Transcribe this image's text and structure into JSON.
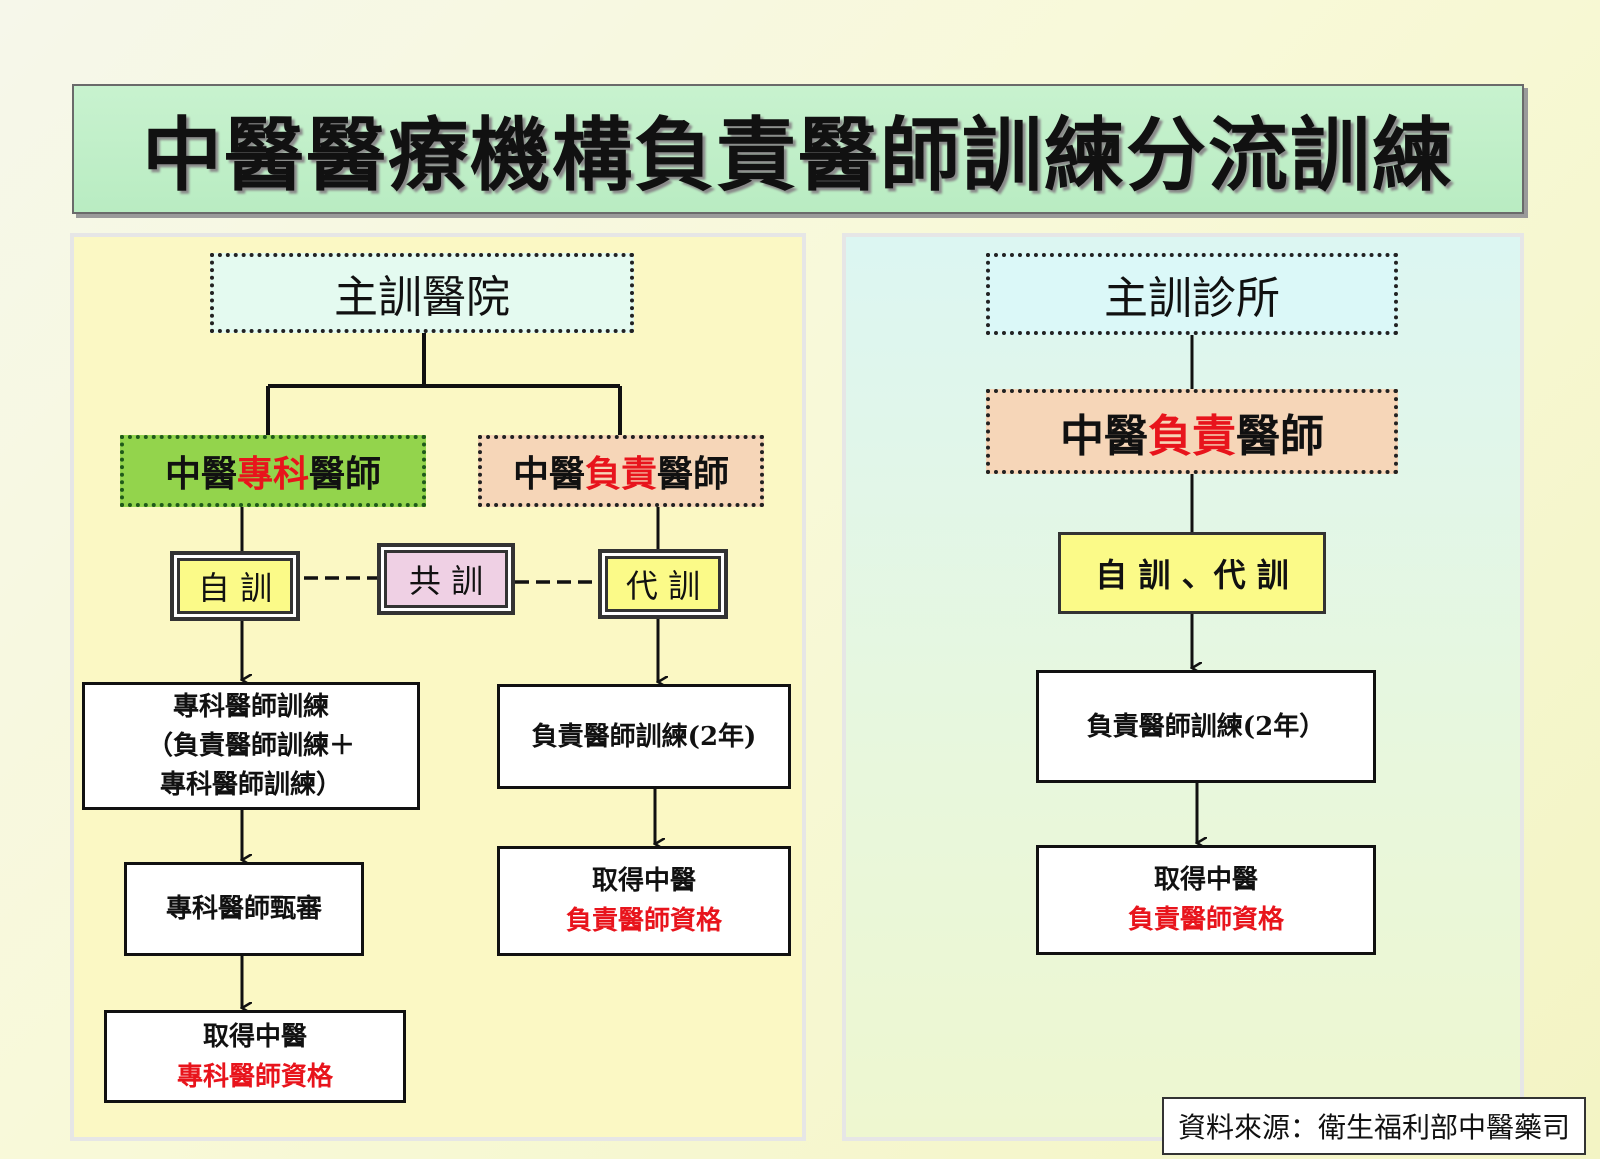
{
  "title": "中醫醫療機構負責醫師訓練分流訓練",
  "left": {
    "top_node": "主訓醫院",
    "specialist": {
      "pre": "中醫",
      "hl": "專科",
      "post": "醫師"
    },
    "responsible": {
      "pre": "中醫",
      "hl": "負責",
      "post": "醫師"
    },
    "modes": {
      "self": "自 訓",
      "shared": "共 訓",
      "proxy": "代 訓"
    },
    "spec_training": [
      "專科醫師訓練",
      "（負責醫師訓練＋",
      "專科醫師訓練）"
    ],
    "spec_exam": "專科醫師甄審",
    "spec_result": {
      "line1": "取得中醫",
      "line2": "專科醫師資格"
    },
    "resp_training": "負責醫師訓練(2年)",
    "resp_result": {
      "line1": "取得中醫",
      "line2": "負責醫師資格"
    }
  },
  "right": {
    "top_node": "主訓診所",
    "responsible": {
      "pre": "中醫",
      "hl": "負責",
      "post": "醫師"
    },
    "modes": "自 訓 、代 訓",
    "training": "負責醫師訓練(2年）",
    "result": {
      "line1": "取得中醫",
      "line2": "負責醫師資格"
    }
  },
  "source": "資料來源：衛生福利部中醫藥司",
  "colors": {
    "highlight": "#e8141c",
    "title_bg": "#bdeec5",
    "left_panel": "#fbf8c4",
    "right_panel": "#e2f6e8"
  }
}
